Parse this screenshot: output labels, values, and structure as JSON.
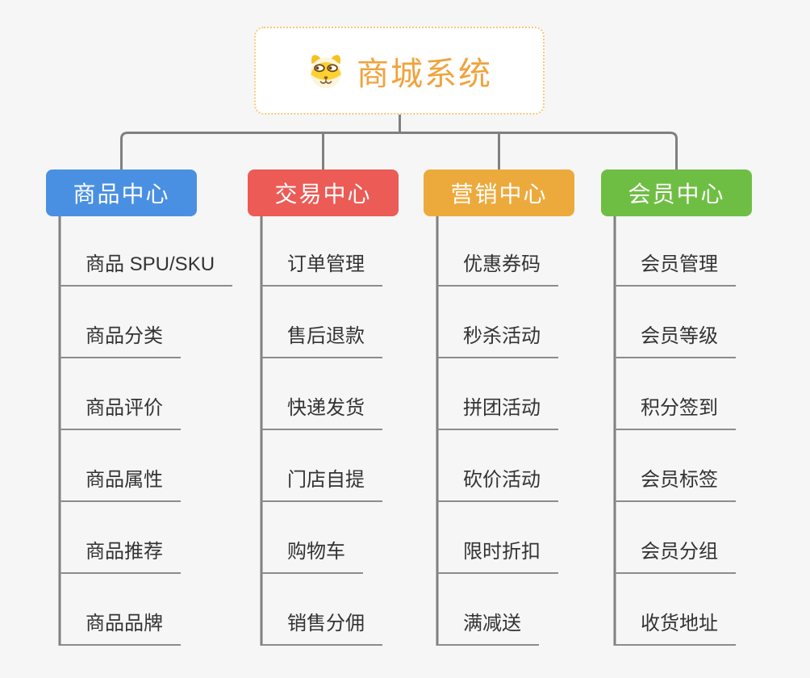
{
  "page": {
    "background_color": "#f6f6f6"
  },
  "connectors": {
    "color": "#808080"
  },
  "root": {
    "title": "商城系统",
    "icon": "dog-face-icon",
    "text_color": "#f0a33c",
    "border_color": "#f5c878"
  },
  "branches": [
    {
      "label": "商品中心",
      "color": "#4a90e2",
      "items": [
        "商品 SPU/SKU",
        "商品分类",
        "商品评价",
        "商品属性",
        "商品推荐",
        "商品品牌"
      ]
    },
    {
      "label": "交易中心",
      "color": "#ec5b56",
      "items": [
        "订单管理",
        "售后退款",
        "快递发货",
        "门店自提",
        "购物车",
        "销售分佣"
      ]
    },
    {
      "label": "营销中心",
      "color": "#edaa3c",
      "items": [
        "优惠券码",
        "秒杀活动",
        "拼团活动",
        "砍价活动",
        "限时折扣",
        "满减送"
      ]
    },
    {
      "label": "会员中心",
      "color": "#6fbe44",
      "items": [
        "会员管理",
        "会员等级",
        "积分签到",
        "会员标签",
        "会员分组",
        "收货地址"
      ]
    }
  ]
}
